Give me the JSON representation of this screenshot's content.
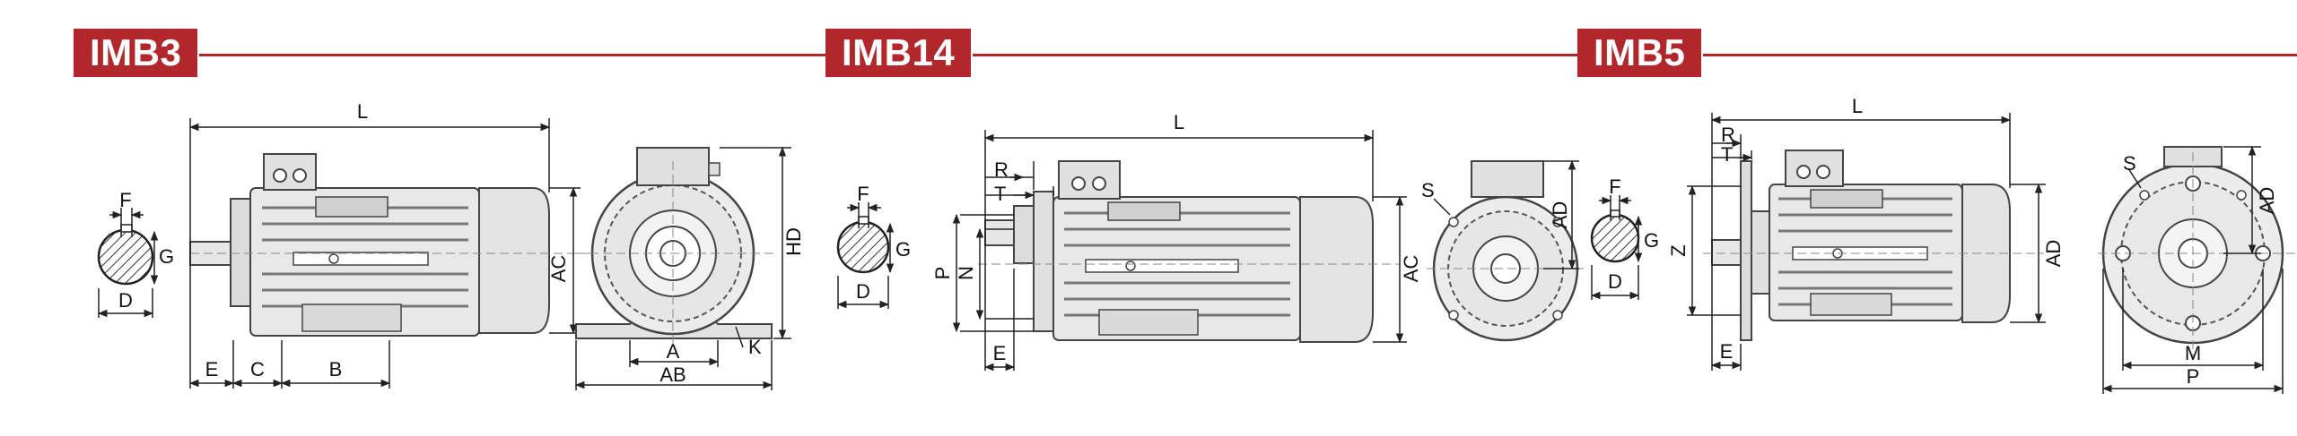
{
  "sections": [
    {
      "title": "IMB3",
      "labels": {
        "f": "F",
        "g": "G",
        "d": "D",
        "l": "L",
        "ac": "AC",
        "hd": "HD",
        "e": "E",
        "c": "C",
        "b": "B",
        "a": "A",
        "ab": "AB",
        "k": "K"
      }
    },
    {
      "title": "IMB14",
      "labels": {
        "f": "F",
        "g": "G",
        "d": "D",
        "l": "L",
        "r": "R",
        "t": "T",
        "p": "P",
        "n": "N",
        "e": "E",
        "ac": "AC",
        "s": "S",
        "ad": "AD"
      }
    },
    {
      "title": "IMB5",
      "labels": {
        "f": "F",
        "g": "G",
        "d": "D",
        "l": "L",
        "r": "R",
        "t": "T",
        "z": "Z",
        "e": "E",
        "ad1": "AD",
        "s": "S",
        "ad2": "AD",
        "m": "M",
        "p": "P"
      }
    }
  ]
}
